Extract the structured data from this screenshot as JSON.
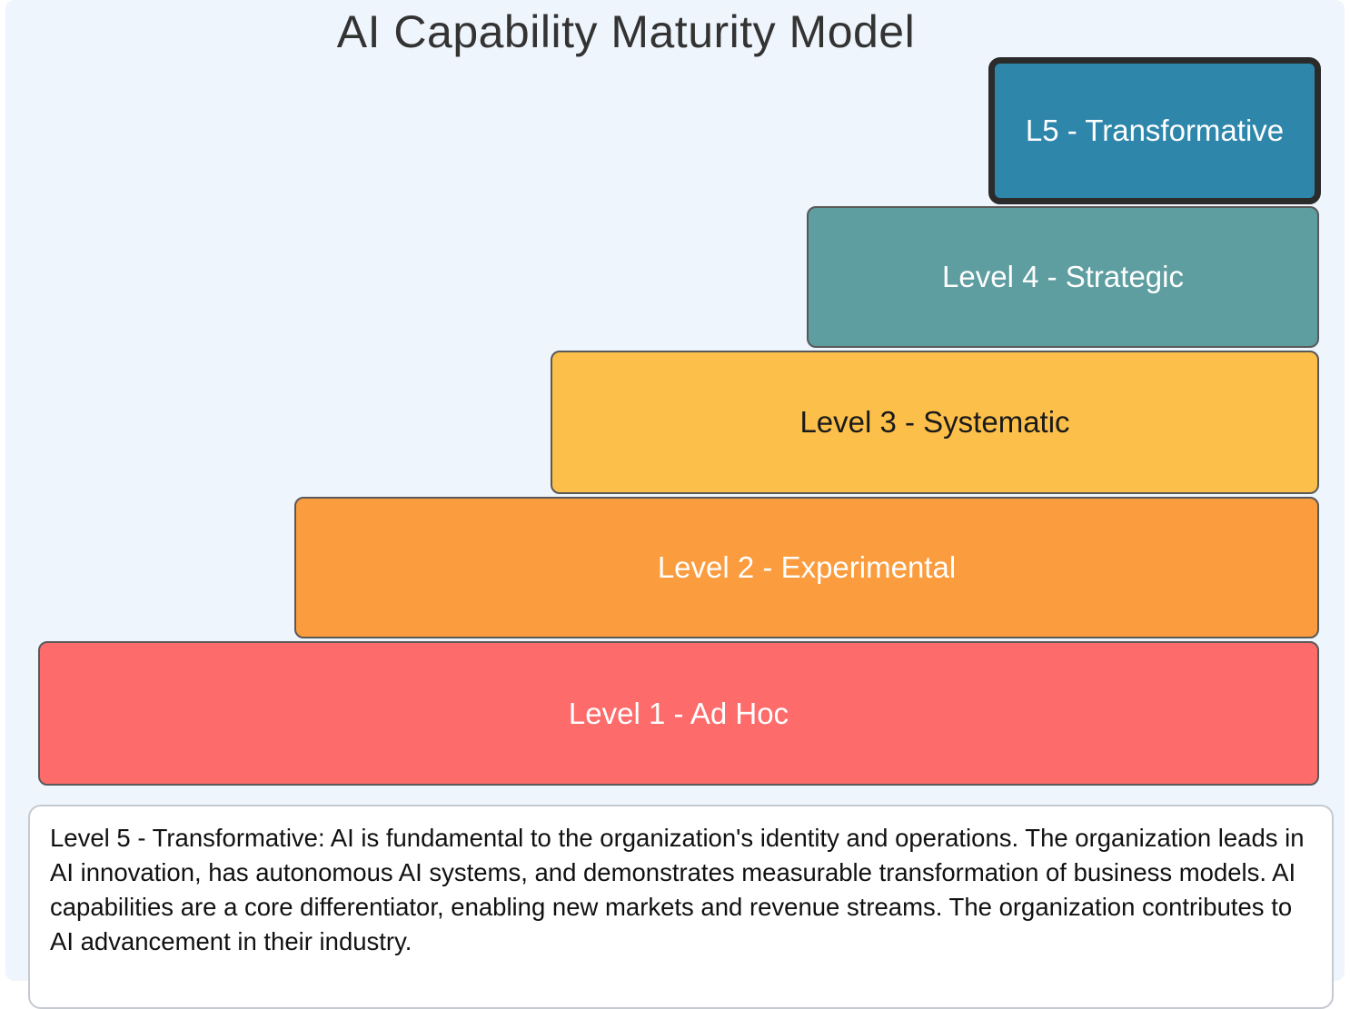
{
  "title": "AI Capability Maturity Model",
  "diagram": {
    "type": "staircase-maturity-model",
    "levels": [
      {
        "key": "level5",
        "label": "L5 - Transformative",
        "fill": "#2E86AB",
        "text_color": "#FFFFFF",
        "selected": true
      },
      {
        "key": "level4",
        "label": "Level 4 - Strategic",
        "fill": "#5E9DA0",
        "text_color": "#FFFFFF",
        "selected": false
      },
      {
        "key": "level3",
        "label": "Level 3 - Systematic",
        "fill": "#FCBF49",
        "text_color": "#1A1A1A",
        "selected": false
      },
      {
        "key": "level2",
        "label": "Level 2 - Experimental",
        "fill": "#FB9C3E",
        "text_color": "#FFFFFF",
        "selected": false
      },
      {
        "key": "level1",
        "label": "Level 1 - Ad Hoc",
        "fill": "#FE6B6B",
        "text_color": "#FFFFFF",
        "selected": false
      }
    ]
  },
  "description_panel": {
    "text": "Level 5 - Transformative: AI is fundamental to the organization's identity and operations. The organization leads in AI innovation, has autonomous AI systems, and demonstrates measurable transformation of business models. AI capabilities are a core differentiator, enabling new markets and revenue streams. The organization contributes to AI advancement in their industry."
  },
  "colors": {
    "page_background": "#FFFFFF",
    "stage_background": "#EFF5FC",
    "level_border": "#595959",
    "selected_border": "#2B2B2B",
    "title_text": "#333333",
    "panel_background": "#FFFFFF",
    "panel_border": "#C5C9D0"
  }
}
